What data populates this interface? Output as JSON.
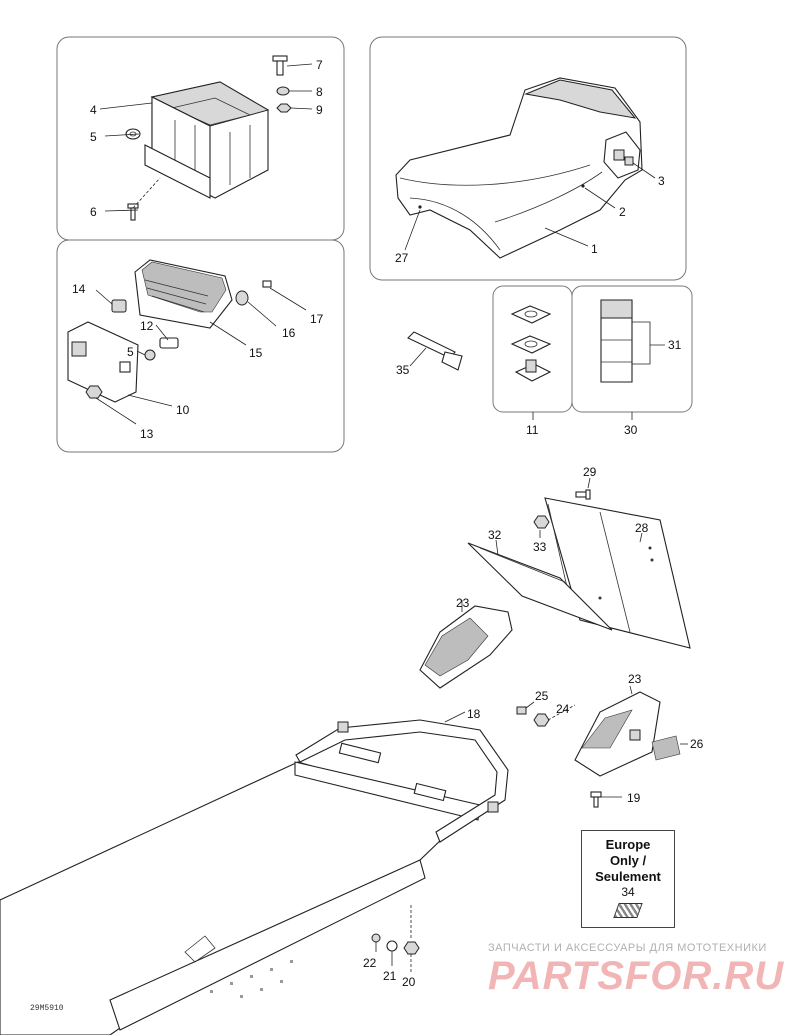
{
  "diagram": {
    "callouts": [
      "1",
      "2",
      "3",
      "4",
      "5",
      "6",
      "7",
      "8",
      "9",
      "10",
      "11",
      "12",
      "13",
      "14",
      "5",
      "15",
      "16",
      "17",
      "18",
      "19",
      "20",
      "21",
      "22",
      "23",
      "23",
      "24",
      "25",
      "26",
      "27",
      "28",
      "29",
      "30",
      "31",
      "32",
      "33",
      "35"
    ]
  },
  "note": {
    "text": "Europe\nOnly /\nSeulement",
    "number": "34"
  },
  "doc_code": "29M5910",
  "watermark": {
    "top_line": "ЗАПЧАСТИ И АКСЕССУАРЫ ДЛЯ МОТОТЕХНИКИ",
    "logo": "PARTSFOR.RU"
  }
}
